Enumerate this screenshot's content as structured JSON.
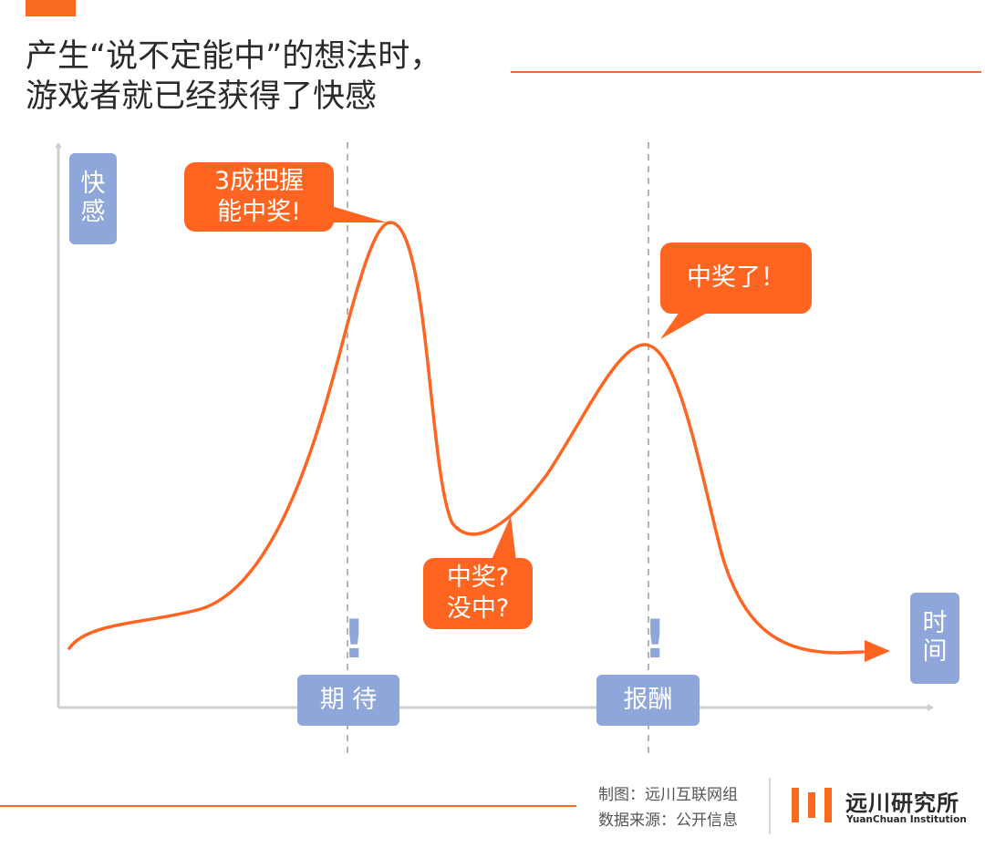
{
  "title": {
    "line1": "产生“说不定能中”的想法时，",
    "line2": "游戏者就已经获得了快感"
  },
  "axes": {
    "y_label": [
      "快",
      "感"
    ],
    "x_label": [
      "时",
      "间"
    ]
  },
  "bubbles": {
    "peak1": [
      "3成把握",
      "能中奖!"
    ],
    "valley": [
      "中奖?",
      "没中?"
    ],
    "peak2": [
      "中奖了！"
    ]
  },
  "phases": {
    "anticipation": "期 待",
    "reward": "报酬",
    "mark": "!"
  },
  "footer": {
    "credit_chart": "制图：远川互联网组",
    "credit_source": "数据来源：公开信息",
    "brand_name": "远川研究所",
    "brand_en": "YuanChuan Institution"
  },
  "colors": {
    "accent": "#f86a1f",
    "curve": "#ff6420",
    "label_bg": "#8ea6d9",
    "axis": "#cfcfcf"
  }
}
